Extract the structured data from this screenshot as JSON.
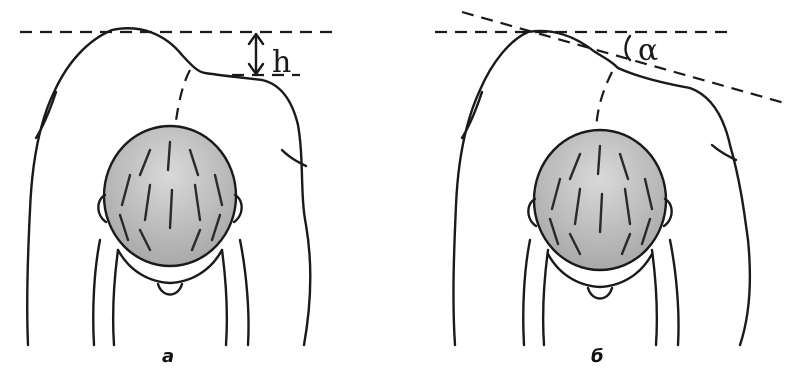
{
  "figures": [
    {
      "id": "a",
      "caption": "а",
      "measure_label": "h"
    },
    {
      "id": "b",
      "caption": "б",
      "measure_label": "α"
    }
  ],
  "colors": {
    "ink": "#1a1a1a",
    "hair_fill": "#bdbdbd",
    "background": "#ffffff"
  }
}
